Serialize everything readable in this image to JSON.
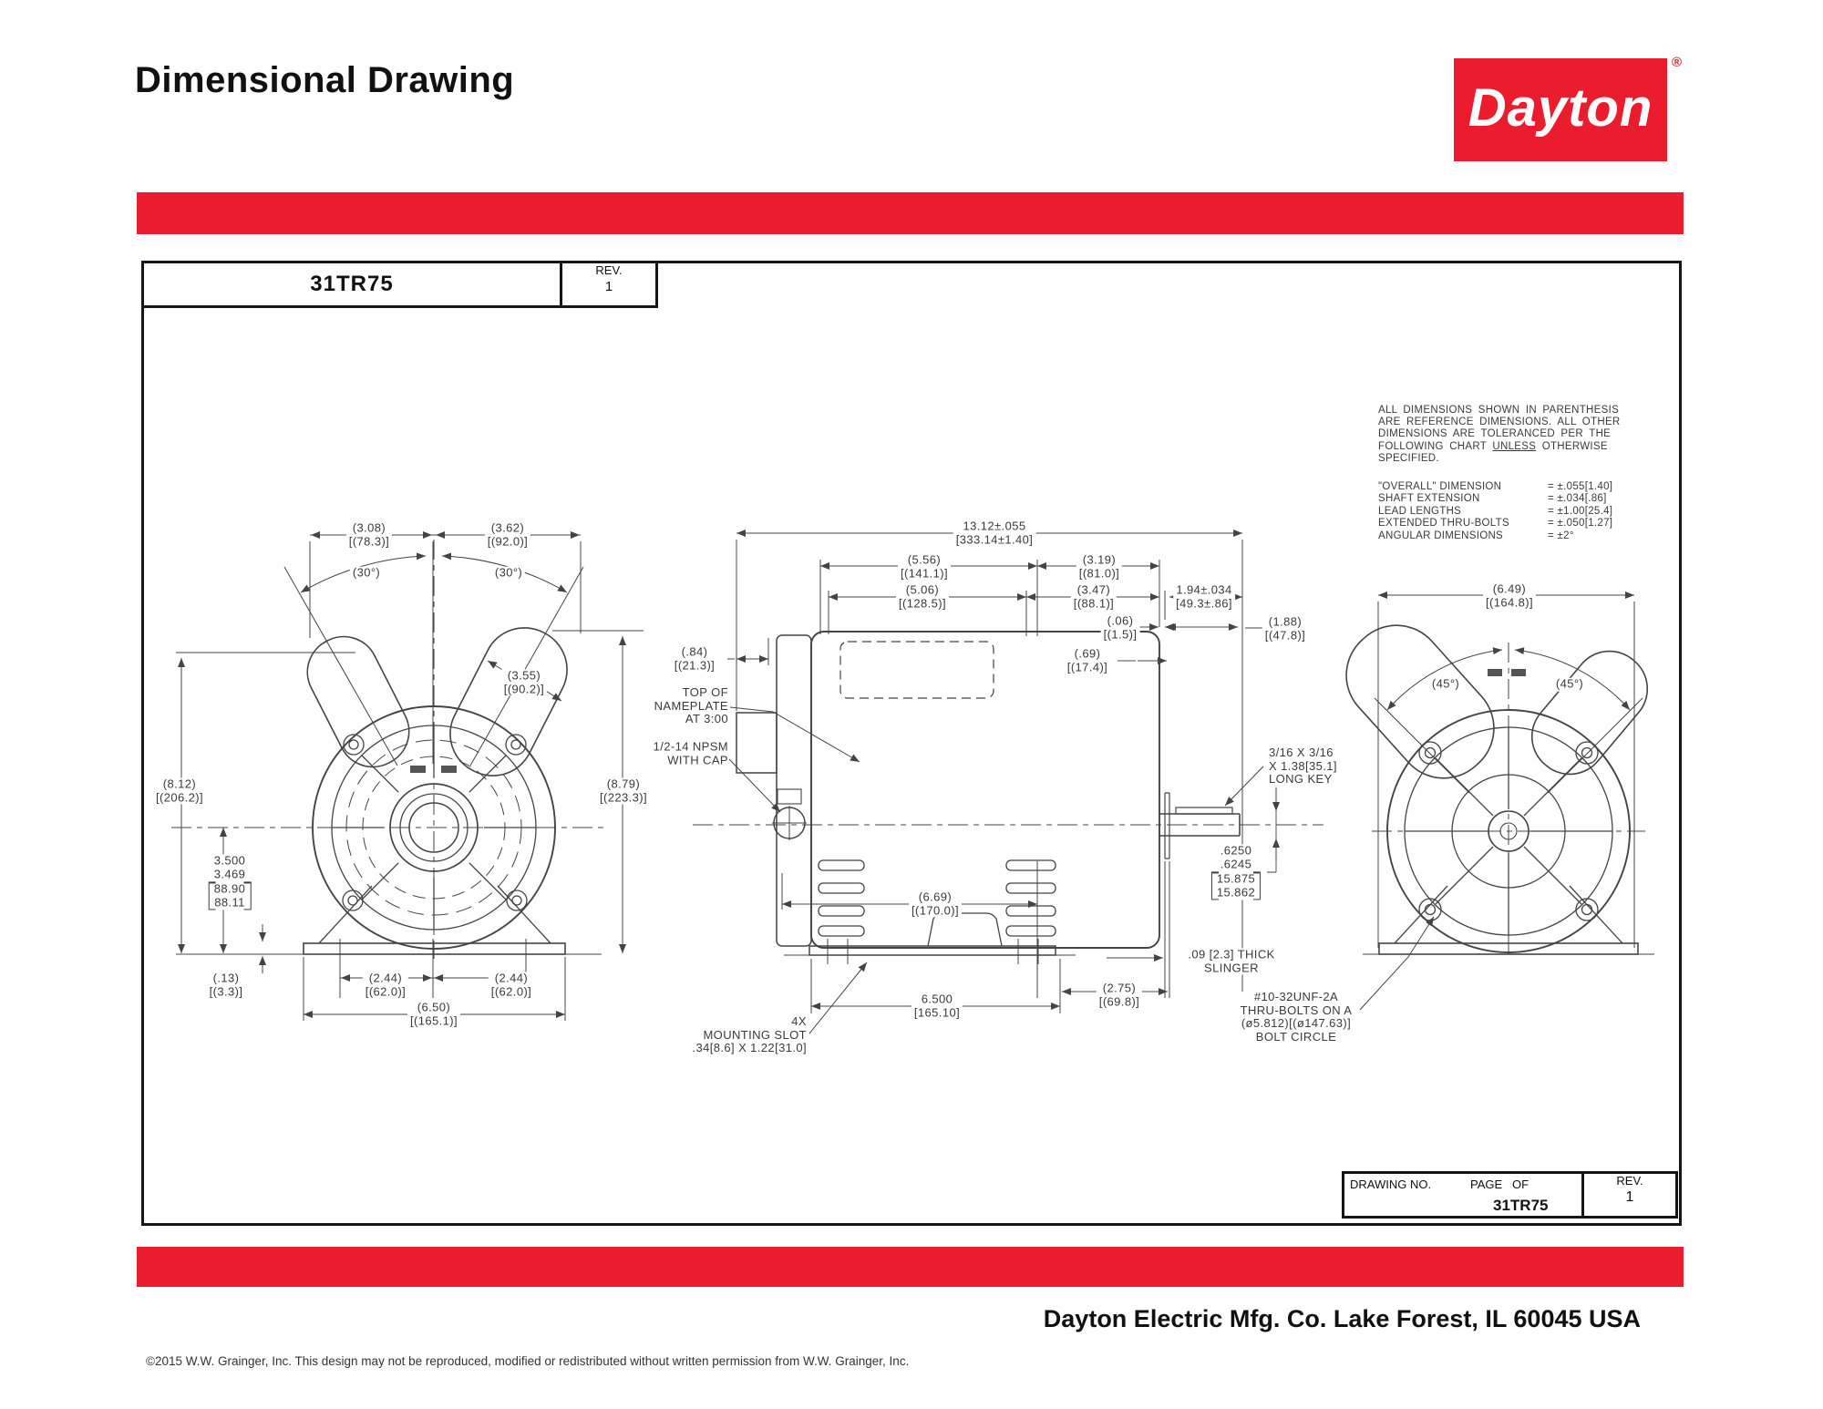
{
  "page": {
    "title": "Dimensional Drawing",
    "footer_company": "Dayton Electric Mfg. Co.  Lake Forest, IL  60045  USA",
    "copyright": "©2015 W.W. Grainger, Inc.   This design may not be reproduced, modified or redistributed without written permission from W.W. Grainger, Inc."
  },
  "colors": {
    "brand_red": "#EA1C2D"
  },
  "logo": {
    "text": "Dayton",
    "registered": "®"
  },
  "header_block": {
    "part_no": "31TR75",
    "rev_label": "REV.",
    "rev_value": "1"
  },
  "footer_block": {
    "drawing_no_label": "DRAWING NO.",
    "page_label": "PAGE   OF",
    "drawing_no": "31TR75",
    "rev_label": "REV.",
    "rev_value": "1"
  },
  "notes": {
    "line1": "ALL DIMENSIONS SHOWN IN PARENTHESIS",
    "line2": "ARE REFERENCE DIMENSIONS. ALL OTHER",
    "line3": "DIMENSIONS ARE TOLERANCED PER THE",
    "line4a": "FOLLOWING CHART ",
    "line4b": "UNLESS",
    "line4c": " OTHERWISE",
    "line5": "SPECIFIED.",
    "tolerances": [
      {
        "label": "\"OVERALL\" DIMENSION",
        "value": "= ±.055[1.40]"
      },
      {
        "label": "SHAFT EXTENSION",
        "value": "= ±.034[.86]"
      },
      {
        "label": "LEAD LENGTHS",
        "value": "= ±1.00[25.4]"
      },
      {
        "label": "EXTENDED THRU-BOLTS",
        "value": "= ±.050[1.27]"
      },
      {
        "label": "ANGULAR DIMENSIONS",
        "value": "= ±2°"
      }
    ]
  },
  "front": {
    "d308": [
      "(3.08)",
      "[(78.3)]"
    ],
    "d362": [
      "(3.62)",
      "[(92.0)]"
    ],
    "a30l": "(30°)",
    "a30r": "(30°)",
    "d355": [
      "(3.55)",
      "[(90.2)]"
    ],
    "d812": [
      "(8.12)",
      "[(206.2)]"
    ],
    "d879": [
      "(8.79)",
      "[(223.3)]"
    ],
    "shaft_h": [
      "3.500",
      "3.469",
      "88.90",
      "88.11"
    ],
    "d013": [
      "(.13)",
      "[(3.3)]"
    ],
    "d244l": [
      "(2.44)",
      "[(62.0)]"
    ],
    "d244r": [
      "(2.44)",
      "[(62.0)]"
    ],
    "d650": [
      "(6.50)",
      "[(165.1)]"
    ]
  },
  "side": {
    "d1312": [
      "13.12±.055",
      "[333.14±1.40]"
    ],
    "d556": [
      "(5.56)",
      "[(141.1)]"
    ],
    "d506": [
      "(5.06)",
      "[(128.5)]"
    ],
    "d319": [
      "(3.19)",
      "[(81.0)]"
    ],
    "d347": [
      "(3.47)",
      "[(88.1)]"
    ],
    "d194": [
      "1.94±.034",
      "[49.3±.86]"
    ],
    "d006": [
      "(.06)",
      "[(1.5)]"
    ],
    "d188": [
      "(1.88)",
      "[(47.8)]"
    ],
    "d084": [
      "(.84)",
      "[(21.3)]"
    ],
    "d069": [
      "(.69)",
      "[(17.4)]"
    ],
    "nameplate": [
      "TOP OF",
      "NAMEPLATE",
      "AT 3:00"
    ],
    "npsm": [
      "1/2-14 NPSM",
      "WITH CAP"
    ],
    "d669": [
      "(6.69)",
      "[(170.0)]"
    ],
    "d6500": [
      "6.500",
      "[165.10]"
    ],
    "d275": [
      "(2.75)",
      "[(69.8)]"
    ],
    "slot": [
      "4X",
      "MOUNTING SLOT",
      ".34[8.6] X 1.22[31.0]"
    ],
    "slinger": [
      ".09 [2.3] THICK",
      "SLINGER"
    ],
    "key": [
      "3/16 X 3/16",
      "X 1.38[35.1]",
      "LONG KEY"
    ],
    "shaft_dia": [
      ".6250",
      ".6245",
      "15.875",
      "15.862"
    ]
  },
  "rear": {
    "d649": [
      "(6.49)",
      "[(164.8)]"
    ],
    "a45l": "(45°)",
    "a45r": "(45°)",
    "bolt_note": [
      "#10-32UNF-2A",
      "THRU-BOLTS ON A",
      "(ø5.812)[(ø147.63)]",
      "BOLT CIRCLE"
    ]
  }
}
